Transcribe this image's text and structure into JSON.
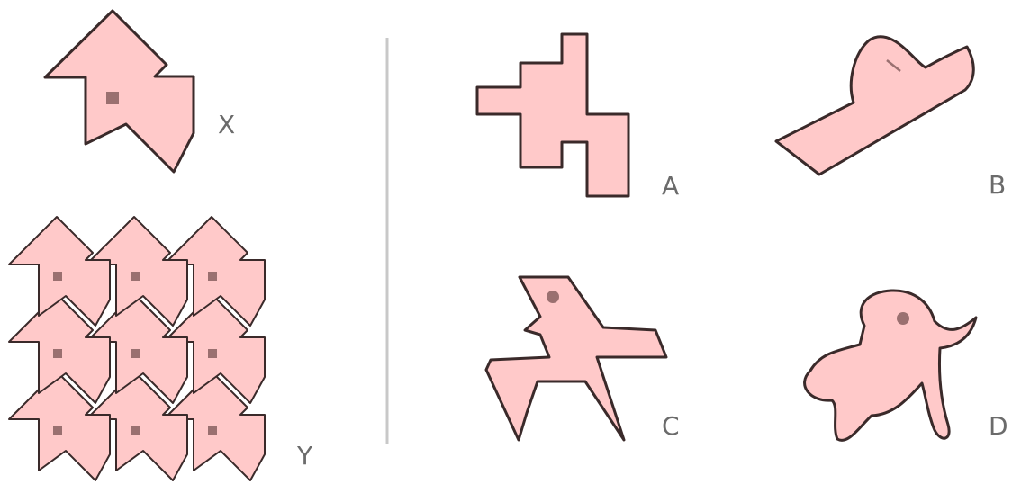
{
  "labels": {
    "x": "X",
    "y": "Y",
    "a": "A",
    "b": "B",
    "c": "C",
    "d": "D"
  },
  "colors": {
    "fill": "#ffc9c9",
    "stroke": "#3a2a2a",
    "mark": "#9a7070",
    "divider": "#c8c8c8",
    "label": "#6b6b6b"
  },
  "tiling": {
    "rows": 3,
    "cols": 3
  }
}
